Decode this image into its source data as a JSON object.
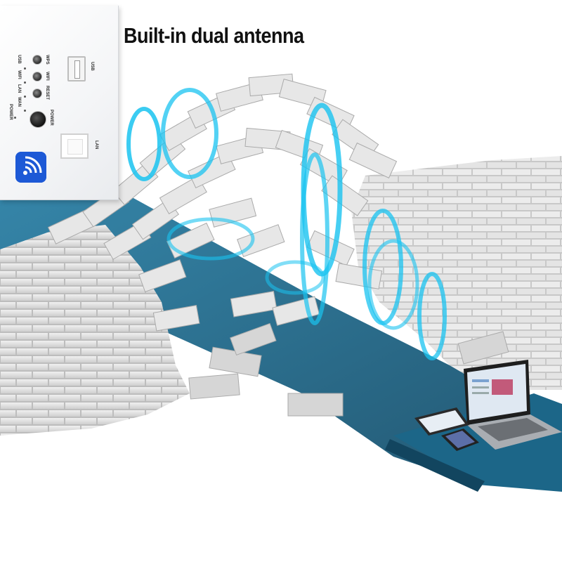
{
  "headline": "Built-in dual antenna",
  "device_panel": {
    "leds": [
      "POWER",
      "WAN",
      "LAN",
      "WIFI",
      "USB"
    ],
    "buttons": [
      "WPS",
      "WIFI",
      "RESET",
      "POWER"
    ],
    "ports": [
      "USB",
      "LAN"
    ],
    "wifi_logo_color": "#1d59d6"
  },
  "colors": {
    "signal_rings": "#19c3f0",
    "platform": "#1f6f92",
    "bricks": "#dcdcdc",
    "mortar": "#c4c4c4"
  },
  "devices_shown": [
    "laptop-icon",
    "tablet-icon",
    "smartphone-icon"
  ]
}
